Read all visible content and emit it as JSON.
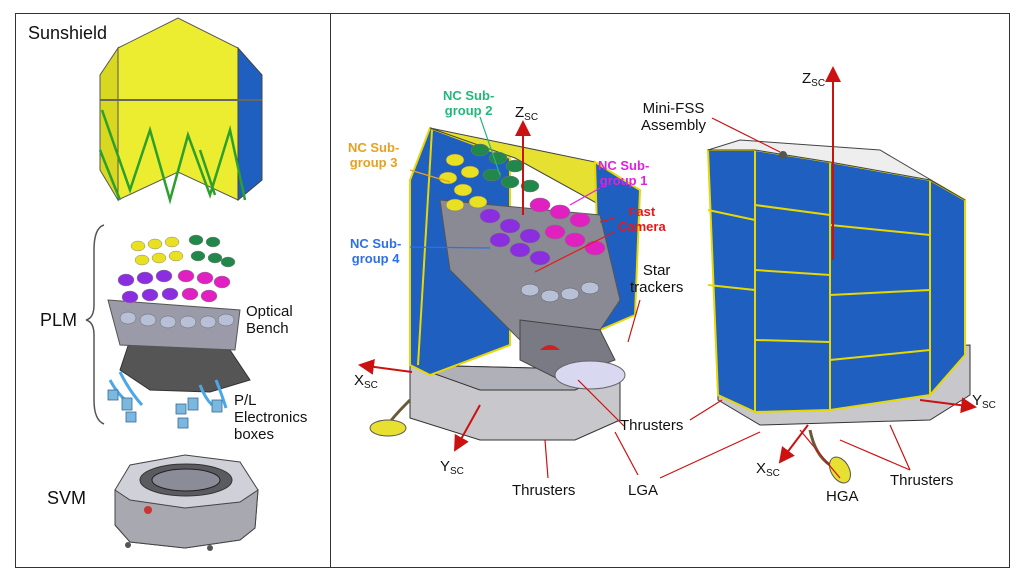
{
  "left_panel": {
    "sunshield": "Sunshield",
    "plm": "PLM",
    "optical_bench": [
      "Optical",
      "Bench"
    ],
    "pl_electronics": [
      "P/L",
      "Electronics",
      "boxes"
    ],
    "svm": "SVM"
  },
  "right_panel": {
    "nc_subgroup_2": [
      "NC Sub-",
      "group 2"
    ],
    "nc_subgroup_3": [
      "NC Sub-",
      "group 3"
    ],
    "nc_subgroup_1": [
      "NC Sub-",
      "group 1"
    ],
    "nc_subgroup_4": [
      "NC Sub-",
      "group 4"
    ],
    "fast_camera": [
      "Fast",
      "Camera"
    ],
    "star_trackers": [
      "Star",
      "trackers"
    ],
    "mini_fss": [
      "Mini-FSS",
      "Assembly"
    ],
    "thrusters": "Thrusters",
    "lga": "LGA",
    "hga": "HGA",
    "axes": {
      "z": "Z",
      "x": "X",
      "y": "Y",
      "sub": "SC"
    }
  },
  "colors": {
    "nc_subgroup_1": "#e020e0",
    "nc_subgroup_2": "#22b87a",
    "nc_subgroup_3": "#e8a020",
    "nc_subgroup_4": "#2f6fe8",
    "fast_camera": "#e81818",
    "axis": "#cc1111",
    "panel_blue": "#1f5fc0",
    "frame_yellow": "#e6d800"
  }
}
